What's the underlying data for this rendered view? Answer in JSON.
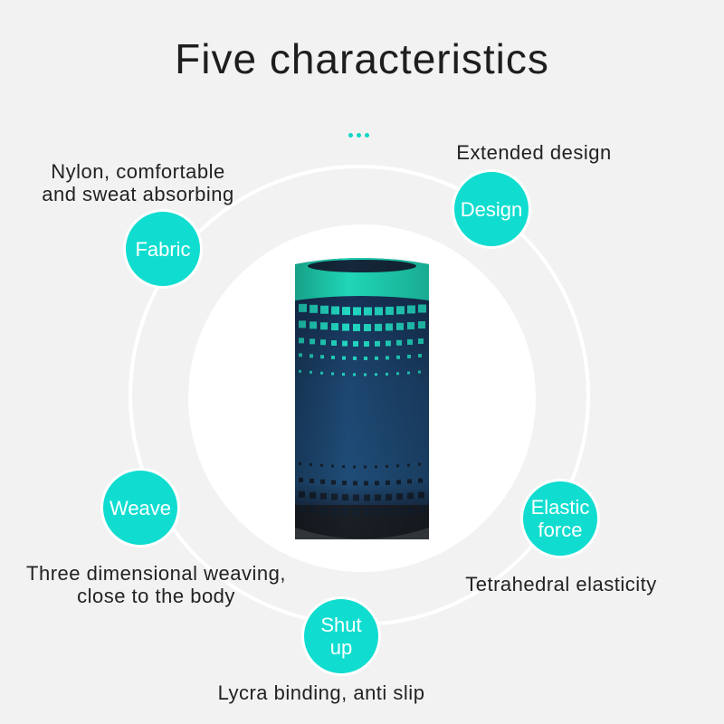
{
  "title": "Five characteristics",
  "features": [
    {
      "badge": "Fabric",
      "caption_lines": [
        "Nylon, comfortable",
        "and sweat absorbing"
      ]
    },
    {
      "badge": "Design",
      "caption_lines": [
        "Extended design"
      ]
    },
    {
      "badge": "Weave",
      "caption_lines": [
        "Three dimensional weaving,",
        "close to the body"
      ]
    },
    {
      "badge_lines": [
        "Elastic",
        "force"
      ],
      "caption_lines": [
        "Tetrahedral elasticity"
      ]
    },
    {
      "badge_lines": [
        "Shut",
        "up"
      ],
      "caption_lines": [
        "Lycra binding, anti slip"
      ]
    }
  ],
  "colors": {
    "accent": "#10ddd0",
    "background": "#f2f2f2",
    "sleeve": "#1d4670"
  }
}
